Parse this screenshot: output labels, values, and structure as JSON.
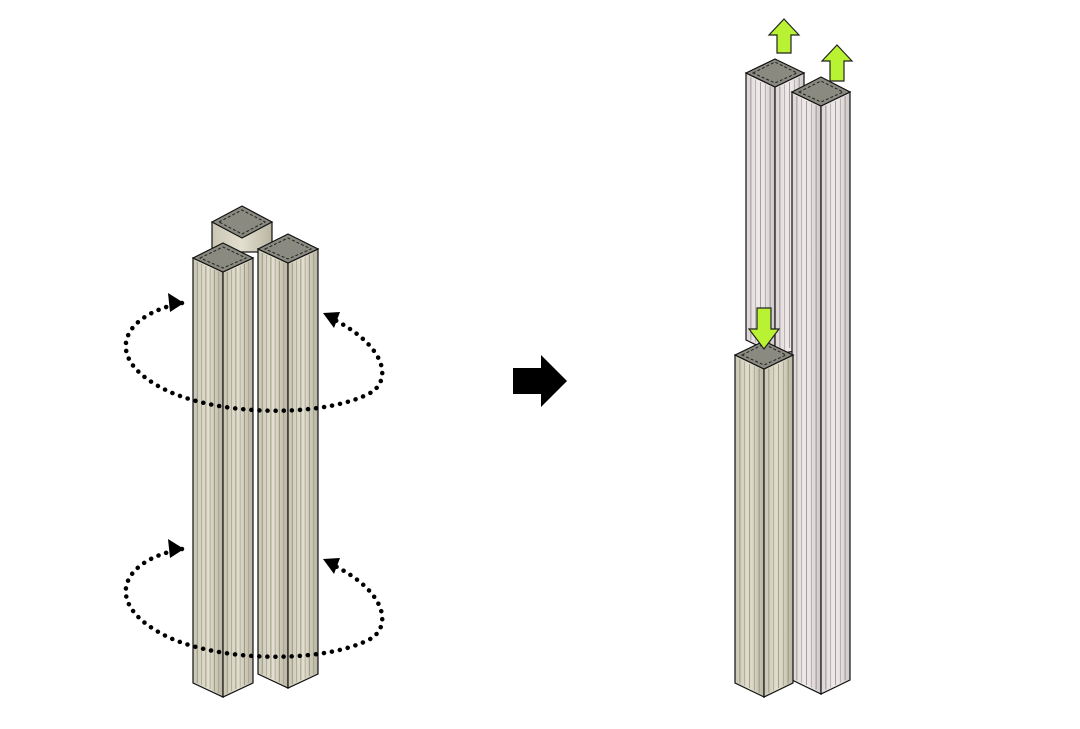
{
  "diagram": {
    "colors": {
      "background": "#ffffff",
      "outline": "#111111",
      "cap": "#8a8a80",
      "left_tower_base": "#d3d0be",
      "left_tower_dark": "#8f8b78",
      "right_tower_base": "#e6dede",
      "right_tower_dark": "#8c8686",
      "arrow_green": "#b8f232",
      "arrow_black": "#000000",
      "rotation_dots": "#000000"
    },
    "icons": {
      "transform_arrow": "right-arrow-icon",
      "rise_arrow": "up-arrow-icon",
      "lower_arrow": "down-arrow-icon",
      "rotation": "rotate-icon"
    },
    "left_group": {
      "tower_count": 3,
      "rotation_rings": 2
    },
    "right_group": {
      "tower_count": 3,
      "up_arrows": 2,
      "down_arrows": 1
    }
  }
}
